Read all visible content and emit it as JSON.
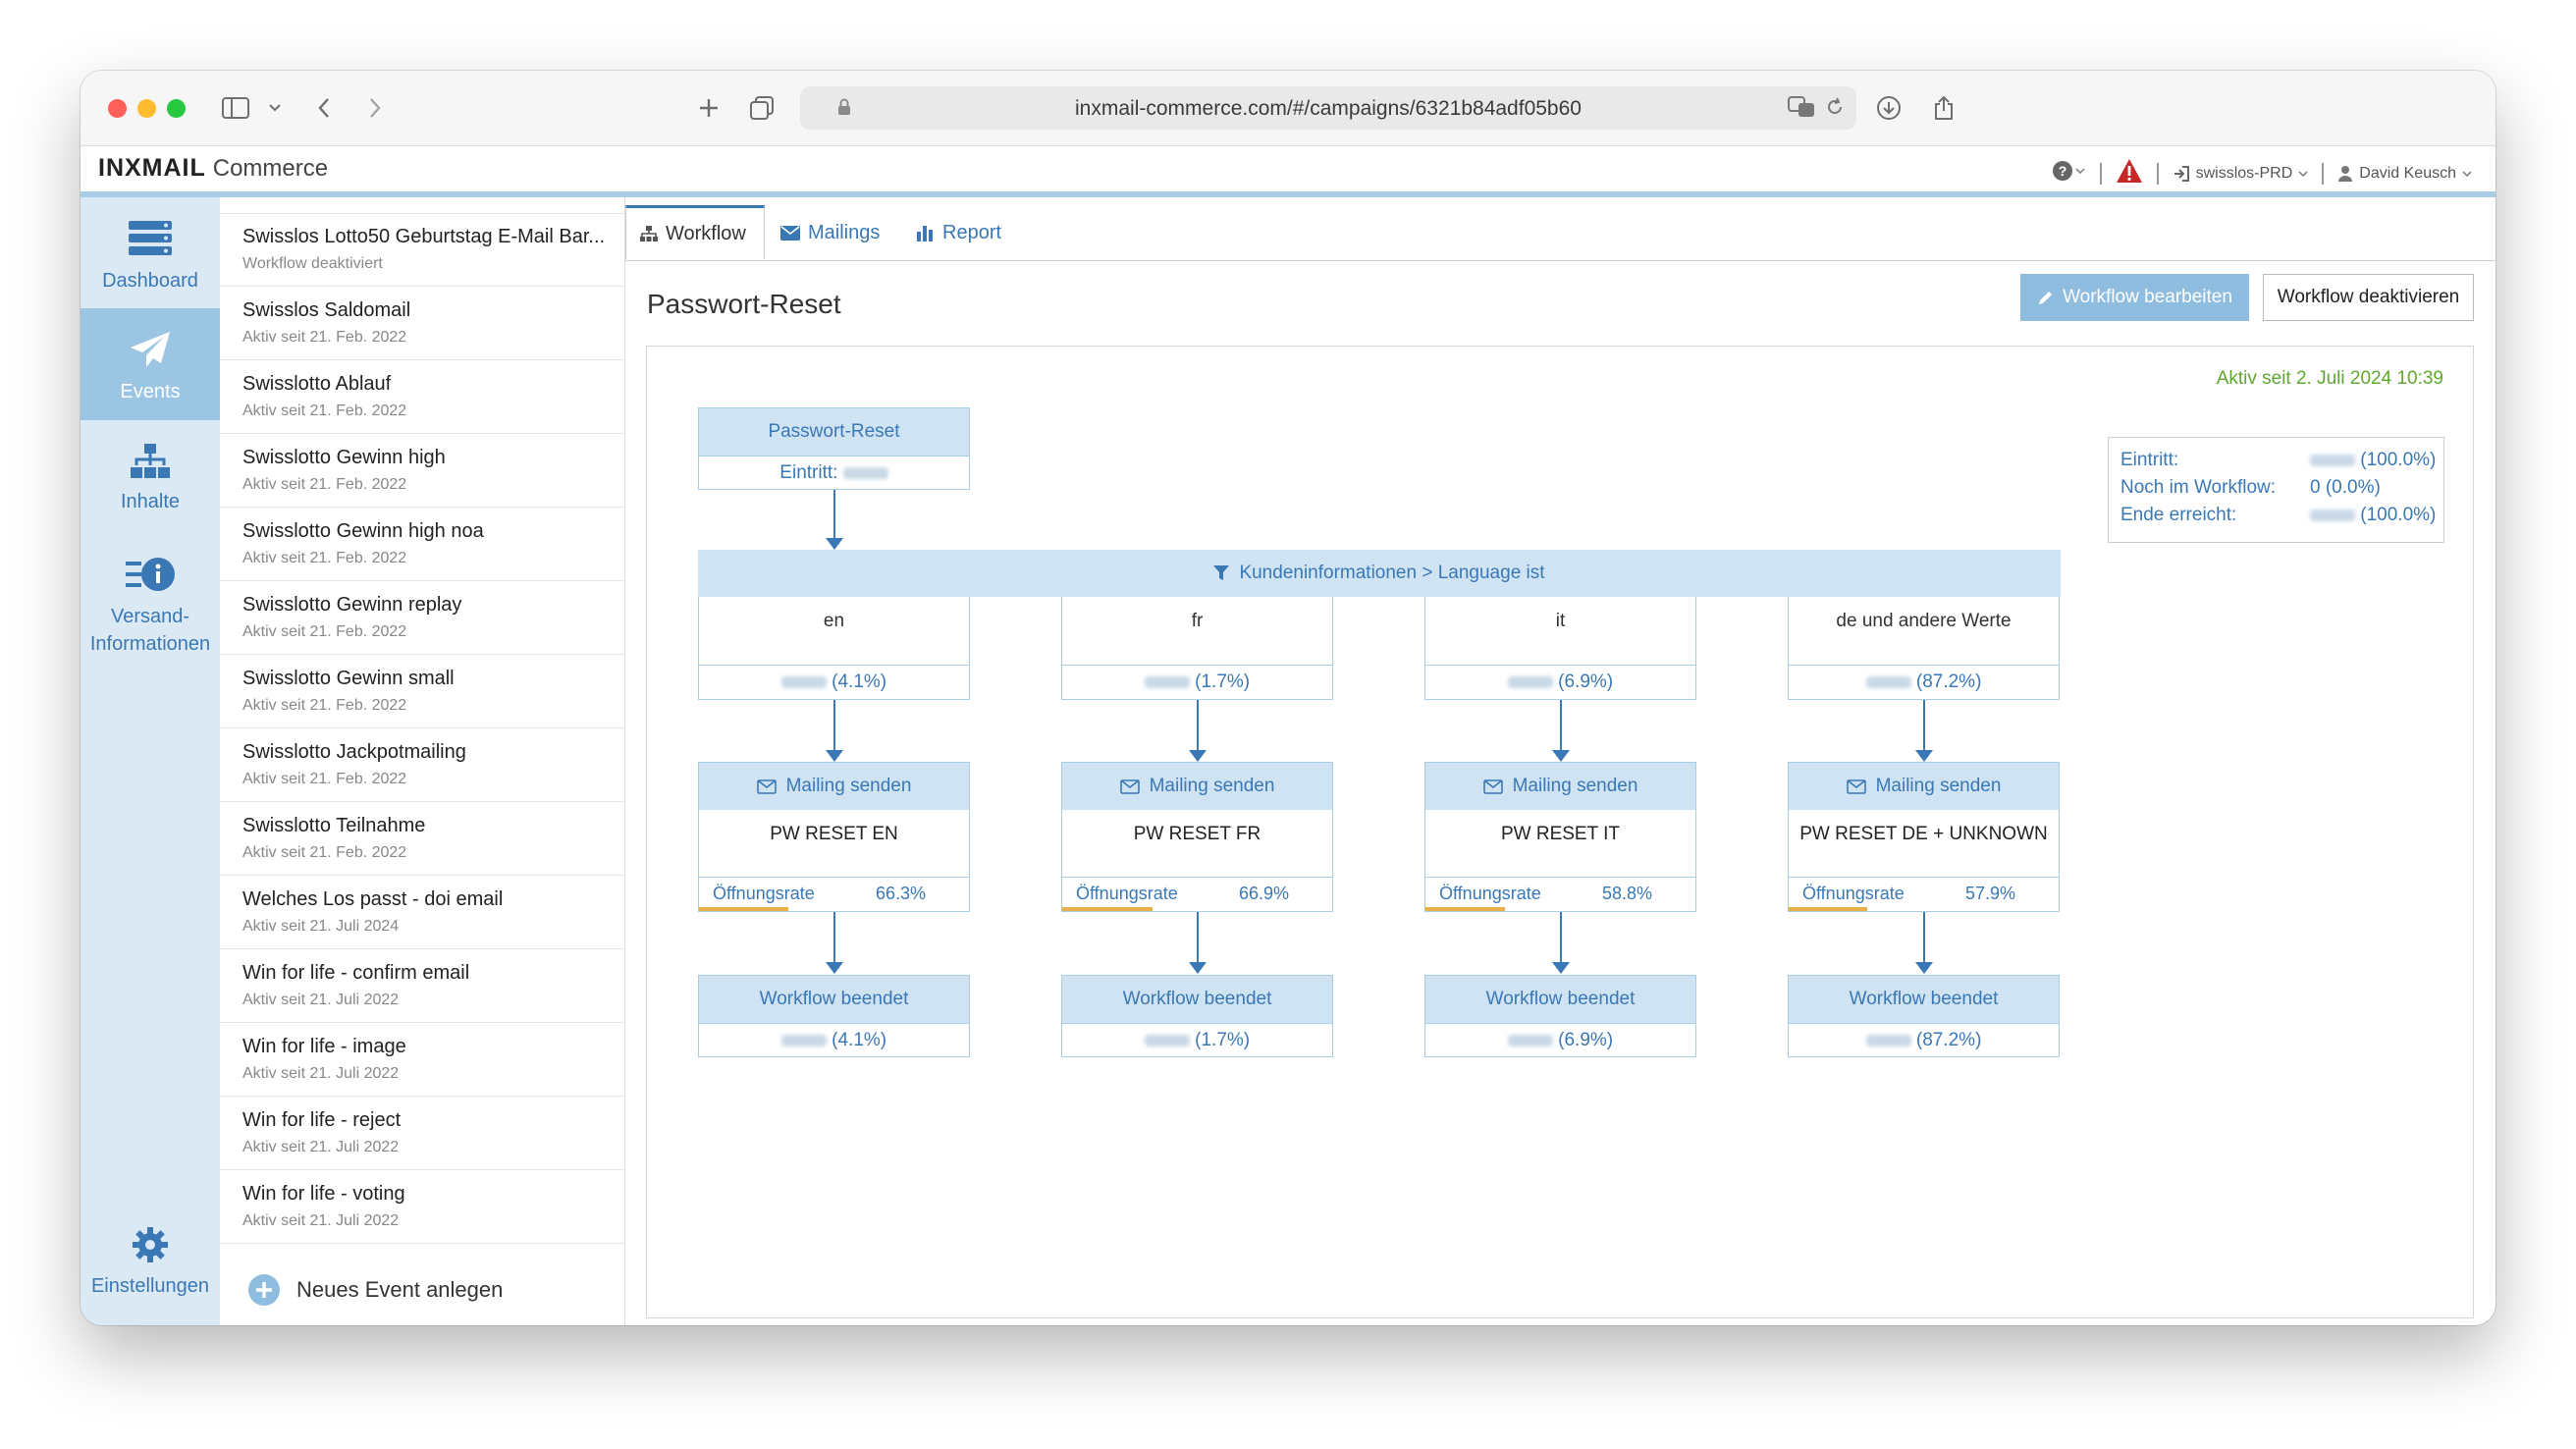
{
  "browser": {
    "url": "inxmail-commerce.com/#/campaigns/6321b84adf05b60"
  },
  "app": {
    "logo_bold": "INXMAIL",
    "logo_light": "Commerce",
    "account": "swisslos-PRD",
    "user": "David Keusch"
  },
  "nav": {
    "dashboard": "Dashboard",
    "events": "Events",
    "inhalte": "Inhalte",
    "versand_1": "Versand-",
    "versand_2": "Informationen",
    "einstellungen": "Einstellungen"
  },
  "list": {
    "items": [
      {
        "title": "Swisslos Lotto50 Geburtstag E-Mail Bar...",
        "sub": "Workflow deaktiviert"
      },
      {
        "title": "Swisslos Saldomail",
        "sub": "Aktiv seit 21. Feb. 2022"
      },
      {
        "title": "Swisslotto Ablauf",
        "sub": "Aktiv seit 21. Feb. 2022"
      },
      {
        "title": "Swisslotto Gewinn high",
        "sub": "Aktiv seit 21. Feb. 2022"
      },
      {
        "title": "Swisslotto Gewinn high noa",
        "sub": "Aktiv seit 21. Feb. 2022"
      },
      {
        "title": "Swisslotto Gewinn replay",
        "sub": "Aktiv seit 21. Feb. 2022"
      },
      {
        "title": "Swisslotto Gewinn small",
        "sub": "Aktiv seit 21. Feb. 2022"
      },
      {
        "title": "Swisslotto Jackpotmailing",
        "sub": "Aktiv seit 21. Feb. 2022"
      },
      {
        "title": "Swisslotto Teilnahme",
        "sub": "Aktiv seit 21. Feb. 2022"
      },
      {
        "title": "Welches Los passt - doi email",
        "sub": "Aktiv seit 21. Juli 2024"
      },
      {
        "title": "Win for life - confirm email",
        "sub": "Aktiv seit 21. Juli 2022"
      },
      {
        "title": "Win for life - image",
        "sub": "Aktiv seit 21. Juli 2022"
      },
      {
        "title": "Win for life - reject",
        "sub": "Aktiv seit 21. Juli 2022"
      },
      {
        "title": "Win for life - voting",
        "sub": "Aktiv seit 21. Juli 2022"
      }
    ],
    "new_event": "Neues Event anlegen"
  },
  "tabs": {
    "workflow": "Workflow",
    "mailings": "Mailings",
    "report": "Report"
  },
  "page": {
    "title": "Passwort-Reset",
    "edit_button": "Workflow bearbeiten",
    "deactivate_button": "Workflow deaktivieren",
    "active_since": "Aktiv seit 2. Juli 2024 10:39"
  },
  "stats": {
    "eintritt_label": "Eintritt:",
    "eintritt_value": "(100.0%)",
    "noch_label": "Noch im Workflow:",
    "noch_value": "0 (0.0%)",
    "ende_label": "Ende erreicht:",
    "ende_value": "(100.0%)"
  },
  "workflow": {
    "start_title": "Passwort-Reset",
    "start_entry": "Eintritt:",
    "condition": "Kundeninformationen > Language ist",
    "branches": [
      {
        "label": "en",
        "share": "(4.1%)",
        "mailing": "Mailing senden",
        "mail_name": "PW RESET EN",
        "rate_label": "Öffnungsrate",
        "rate": "66.3%",
        "rate_value": 0.663,
        "end": "Workflow beendet",
        "end_share": "(4.1%)"
      },
      {
        "label": "fr",
        "share": "(1.7%)",
        "mailing": "Mailing senden",
        "mail_name": "PW RESET FR",
        "rate_label": "Öffnungsrate",
        "rate": "66.9%",
        "rate_value": 0.669,
        "end": "Workflow beendet",
        "end_share": "(1.7%)"
      },
      {
        "label": "it",
        "share": "(6.9%)",
        "mailing": "Mailing senden",
        "mail_name": "PW RESET IT",
        "rate_label": "Öffnungsrate",
        "rate": "58.8%",
        "rate_value": 0.588,
        "end": "Workflow beendet",
        "end_share": "(6.9%)"
      },
      {
        "label": "de und andere Werte",
        "share": "(87.2%)",
        "mailing": "Mailing senden",
        "mail_name": "PW RESET DE + UNKNOWN",
        "rate_label": "Öffnungsrate",
        "rate": "57.9%",
        "rate_value": 0.579,
        "end": "Workflow beendet",
        "end_share": "(87.2%)"
      }
    ]
  },
  "colors": {
    "accent": "#3a78b5",
    "nav_bg": "#dbe9f4",
    "nav_active": "#9cc5e3",
    "node_header": "#cfe3f3",
    "active_green": "#5ea82f",
    "rate_bar": "#e8b04a"
  }
}
